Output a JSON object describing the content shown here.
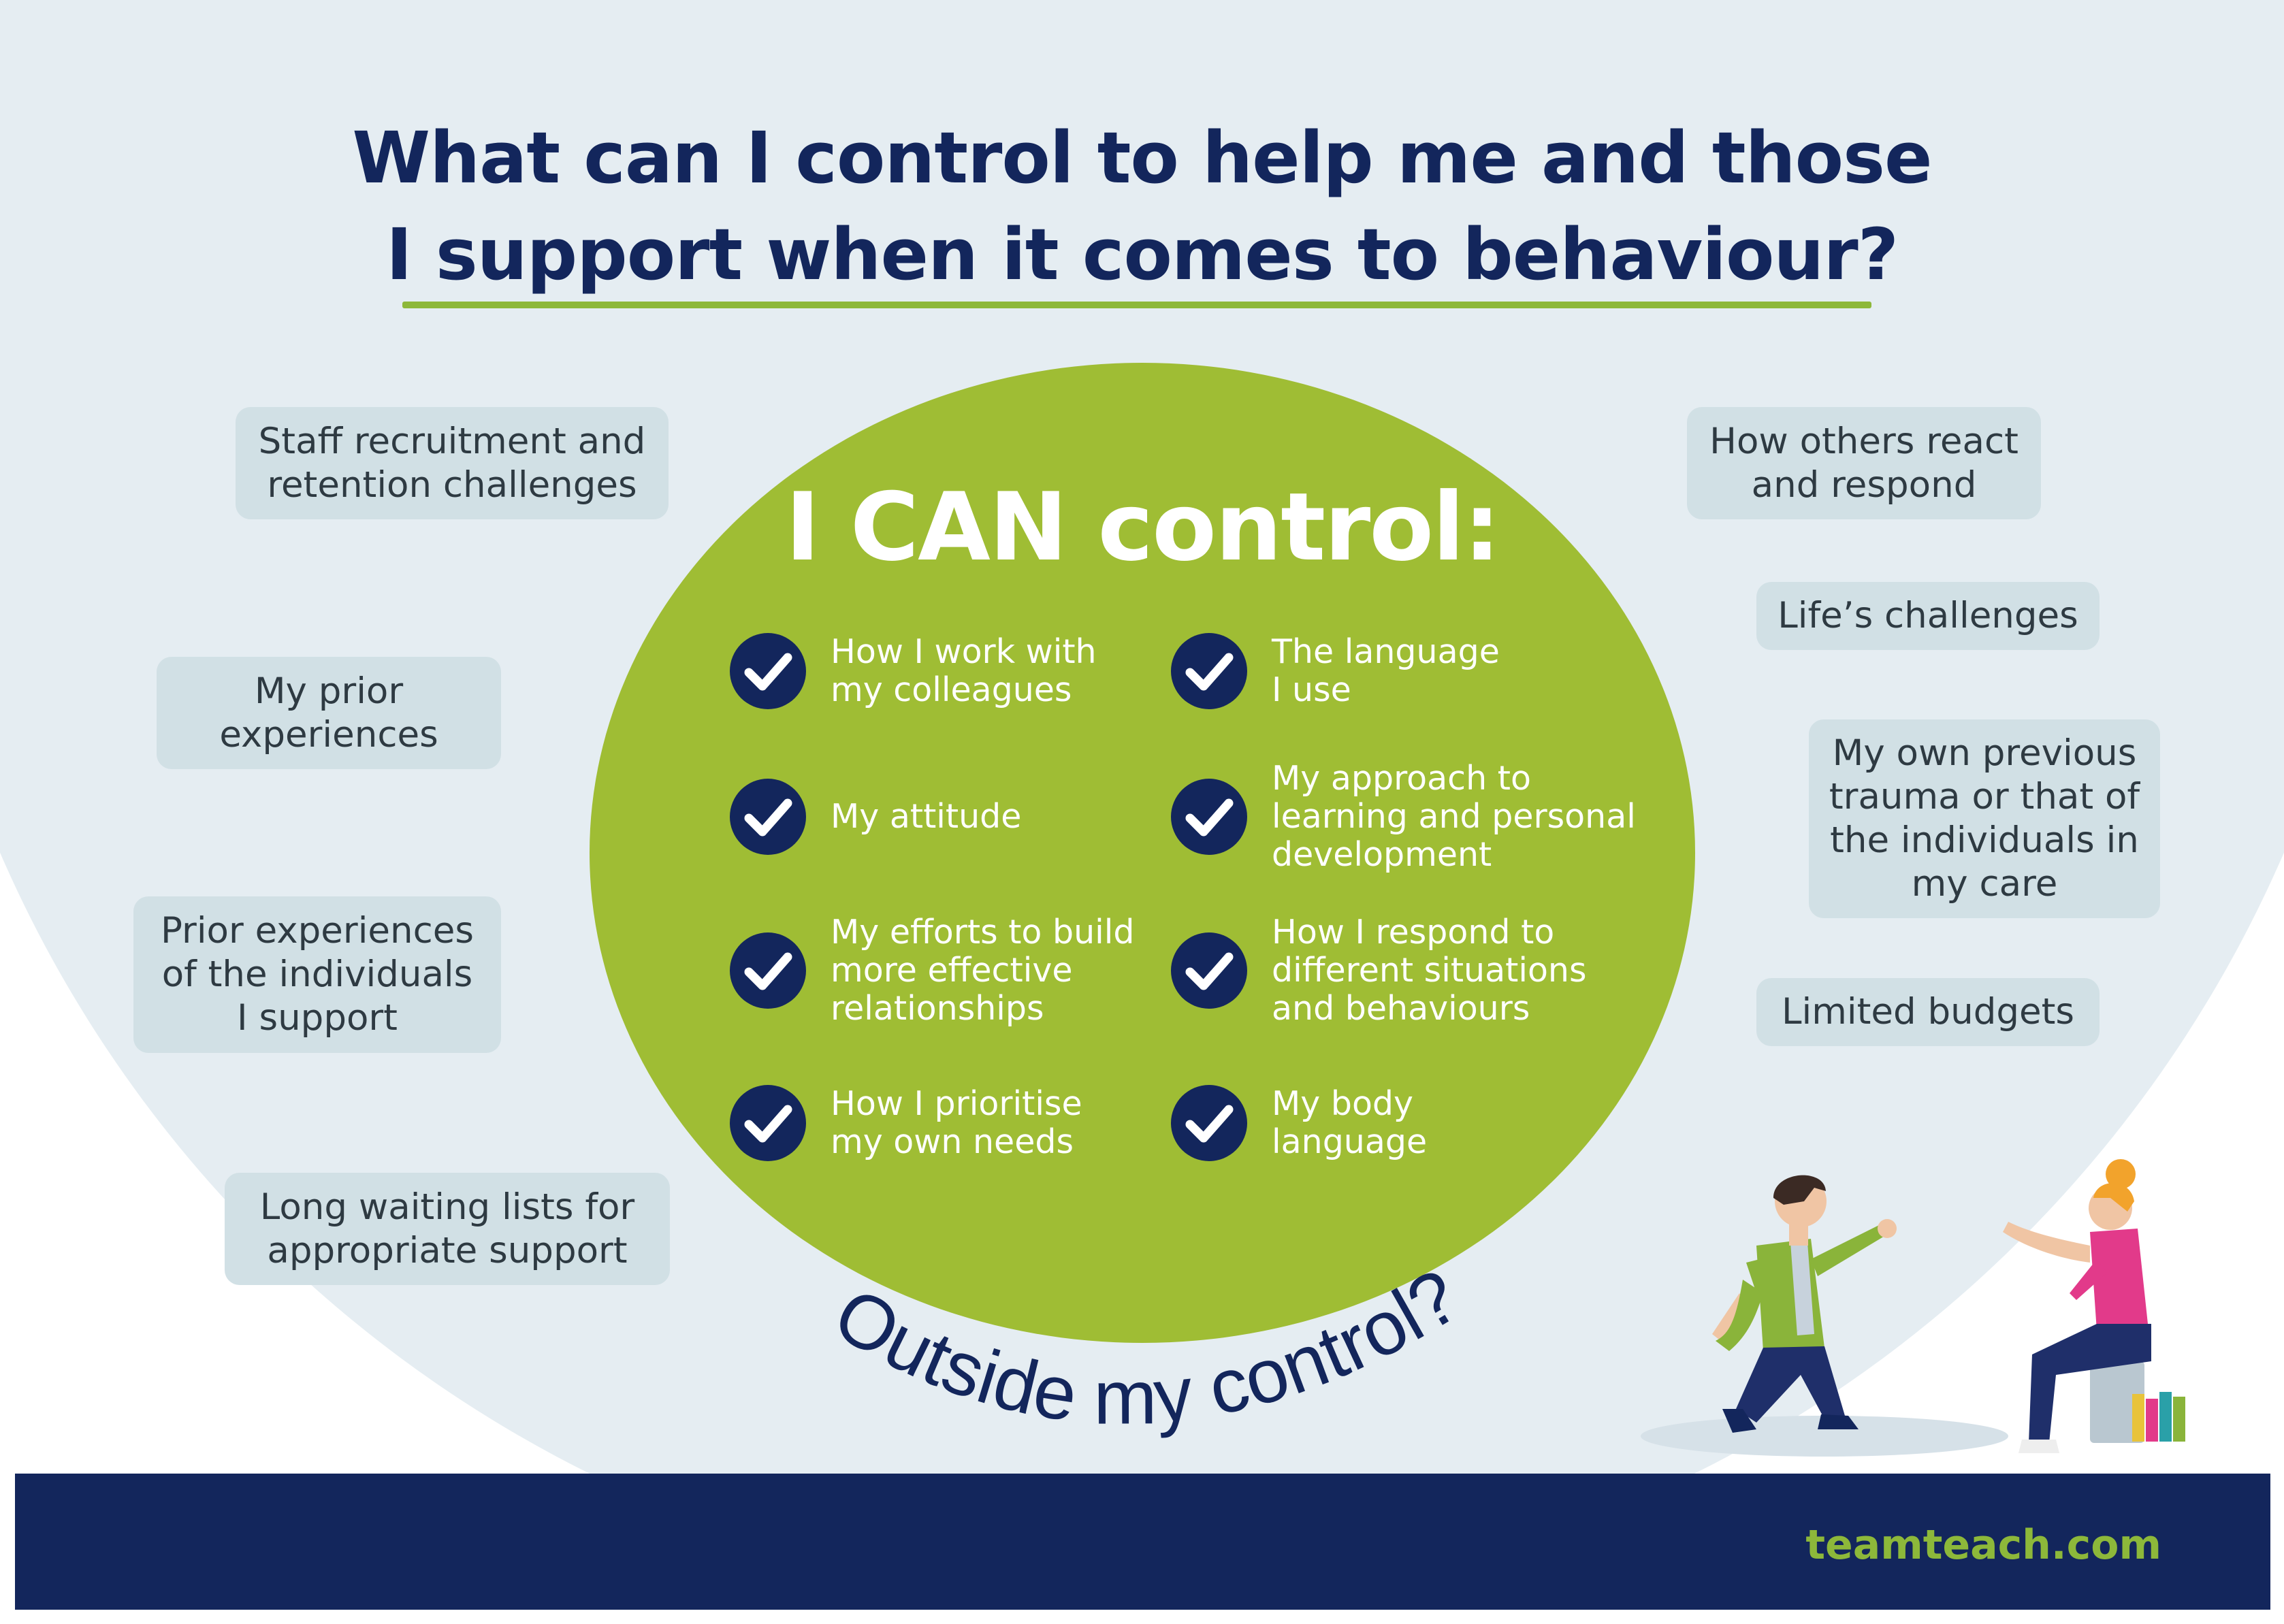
{
  "title": {
    "line1": "What can I control to help me and those",
    "line2": "I support  when it comes to behaviour?"
  },
  "center": {
    "title": "I CAN control:",
    "items": [
      "How I work with\nmy colleagues",
      "The language\nI use",
      "My attitude",
      "My approach to\nlearning and personal\ndevelopment",
      "My efforts to build\nmore effective\nrelationships",
      "How I respond to\ndifferent situations\nand behaviours",
      "How I prioritise\nmy own needs",
      "My body\nlanguage"
    ]
  },
  "outside": {
    "label": "Outside my control?",
    "left": [
      "Staff recruitment and\nretention challenges",
      "My prior\nexperiences",
      "Prior experiences\nof the individuals\nI support",
      "Long waiting lists for\nappropriate support"
    ],
    "right": [
      "How others react\nand respond",
      "Life’s challenges",
      "My own previous\ntrauma or that of\nthe individuals in\nmy care",
      "Limited budgets"
    ]
  },
  "footer": {
    "brand": "teamteach.com"
  },
  "colors": {
    "navy": "#13265c",
    "green": "#9fbd34",
    "accent_green": "#8db83a",
    "background": "#e5edf2",
    "box": "#d1e0e5"
  },
  "icons": [
    "check-icon"
  ]
}
